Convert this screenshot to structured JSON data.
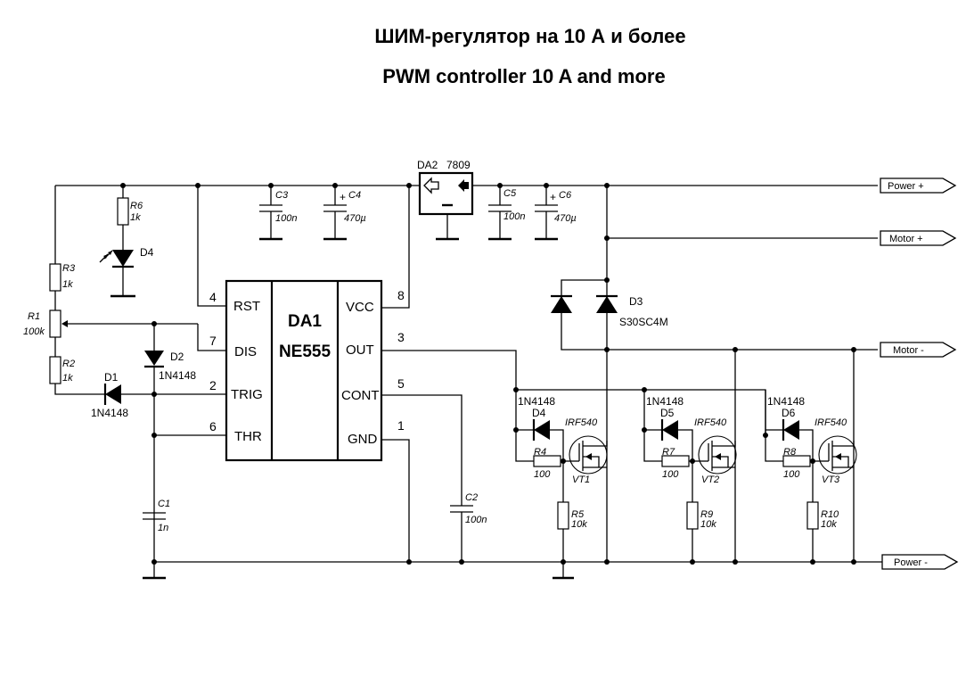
{
  "title": {
    "line1": "ШИМ-регулятор на 10 А и более",
    "line2": "PWM controller 10 A and more"
  },
  "ic": {
    "ref": "DA1",
    "part": "NE555",
    "pins_left": [
      {
        "num": "4",
        "name": "RST"
      },
      {
        "num": "7",
        "name": "DIS"
      },
      {
        "num": "2",
        "name": "TRIG"
      },
      {
        "num": "6",
        "name": "THR"
      }
    ],
    "pins_right": [
      {
        "num": "8",
        "name": "VCC"
      },
      {
        "num": "3",
        "name": "OUT"
      },
      {
        "num": "5",
        "name": "CONT"
      },
      {
        "num": "1",
        "name": "GND"
      }
    ]
  },
  "regulator": {
    "ref": "DA2",
    "part": "7809"
  },
  "components": {
    "R1": {
      "ref": "R1",
      "value": "100k"
    },
    "R2": {
      "ref": "R2",
      "value": "1k"
    },
    "R3": {
      "ref": "R3",
      "value": "1k"
    },
    "R6": {
      "ref": "R6",
      "value": "1k"
    },
    "R4": {
      "ref": "R4",
      "value": "100"
    },
    "R7": {
      "ref": "R7",
      "value": "100"
    },
    "R8": {
      "ref": "R8",
      "value": "100"
    },
    "R5": {
      "ref": "R5",
      "value": "10k"
    },
    "R9": {
      "ref": "R9",
      "value": "10k"
    },
    "R10": {
      "ref": "R10",
      "value": "10k"
    },
    "C1": {
      "ref": "C1",
      "value": "1n"
    },
    "C2": {
      "ref": "C2",
      "value": "100n"
    },
    "C3": {
      "ref": "C3",
      "value": "100n"
    },
    "C4": {
      "ref": "C4",
      "value": "470µ"
    },
    "C5": {
      "ref": "C5",
      "value": "100n"
    },
    "C6": {
      "ref": "C6",
      "value": "470µ"
    },
    "D1": {
      "ref": "D1",
      "value": "1N4148"
    },
    "D2": {
      "ref": "D2",
      "value": "1N4148"
    },
    "D3": {
      "ref": "D3",
      "value": "S30SC4M"
    },
    "D4_led": {
      "ref": "D4"
    },
    "D4": {
      "ref": "D4",
      "value": "1N4148"
    },
    "D5": {
      "ref": "D5",
      "value": "1N4148"
    },
    "D6": {
      "ref": "D6",
      "value": "1N4148"
    },
    "VT1": {
      "ref": "VT1",
      "value": "IRF540"
    },
    "VT2": {
      "ref": "VT2",
      "value": "IRF540"
    },
    "VT3": {
      "ref": "VT3",
      "value": "IRF540"
    }
  },
  "plus_sign": "+",
  "connectors": {
    "power_plus": "Power +",
    "motor_plus": "Motor +",
    "motor_minus": "Motor -",
    "power_minus": "Power -"
  }
}
